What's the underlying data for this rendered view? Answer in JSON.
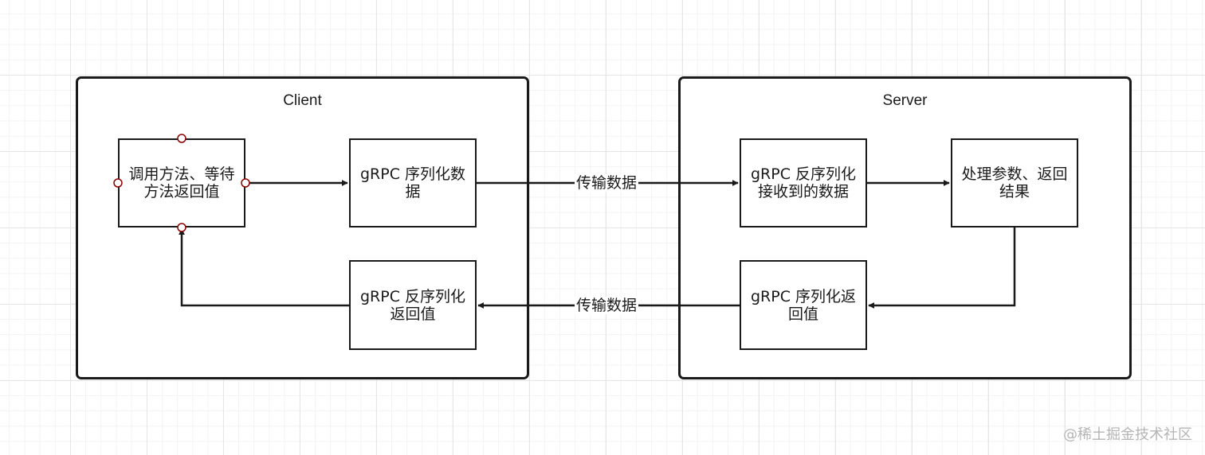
{
  "containers": {
    "client": {
      "title": "Client"
    },
    "server": {
      "title": "Server"
    }
  },
  "nodes": {
    "invoke": "调用方法、等待方法返回值",
    "client_serialize": "gRPC 序列化数据",
    "client_deserialize": "gRPC 反序列化返回值",
    "server_deserialize": "gRPC 反序列化接收到的数据",
    "process": "处理参数、返回结果",
    "server_serialize": "gRPC 序列化返回值"
  },
  "edges": {
    "request_transfer": "传输数据",
    "response_transfer": "传输数据"
  },
  "watermark": "@稀土掘金技术社区",
  "colors": {
    "stroke": "#1a1a1a",
    "connection_point": "#8b0000",
    "grid": "#e6e6e6",
    "watermark": "#b5b5b5"
  }
}
